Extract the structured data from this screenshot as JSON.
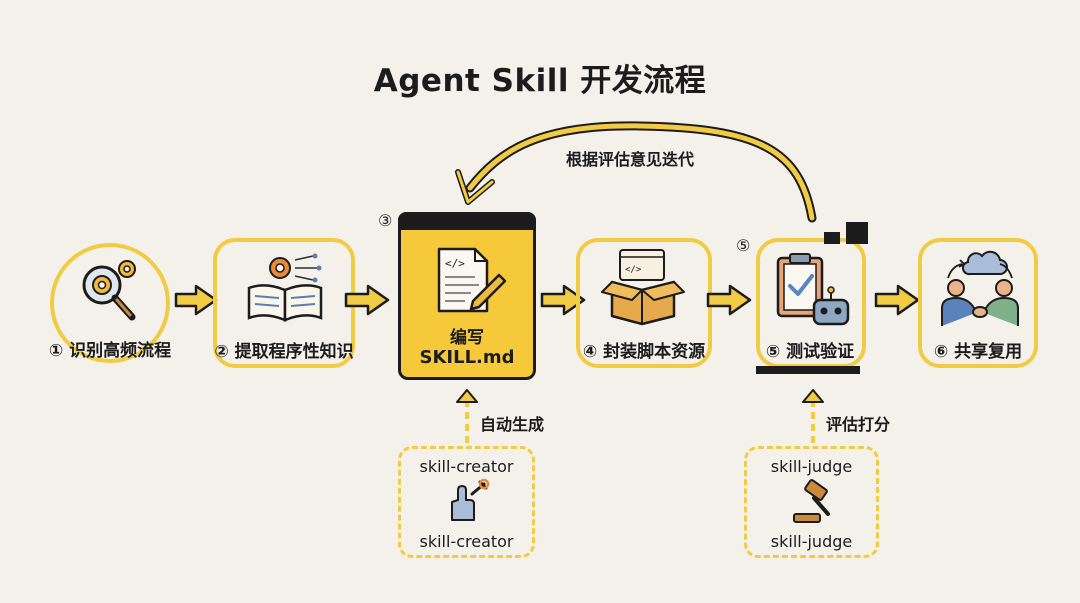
{
  "title": "Agent Skill 开发流程",
  "feedback_label": "根据评估意见迭代",
  "steps": [
    {
      "label": "① 识别高频流程",
      "icon": "magnifier-gears-icon"
    },
    {
      "label": "② 提取程序性知识",
      "icon": "book-gear-icon"
    },
    {
      "number": "③",
      "line1": "编写",
      "line2": "SKILL.md",
      "icon": "code-document-pencil-icon"
    },
    {
      "label": "④ 封装脚本资源",
      "icon": "box-code-icon"
    },
    {
      "number": "⑤",
      "label": "⑤ 测试验证",
      "icon": "clipboard-robot-icon"
    },
    {
      "label": "⑥ 共享复用",
      "icon": "handshake-icon"
    }
  ],
  "tools": [
    {
      "arrow_label": "自动生成",
      "top_label": "skill-creator",
      "bottom_label": "skill-creator",
      "icon": "hand-wrench-icon"
    },
    {
      "arrow_label": "评估打分",
      "top_label": "skill-judge",
      "bottom_label": "skill-judge",
      "icon": "gavel-icon"
    }
  ],
  "colors": {
    "accent": "#f2cb44",
    "highlight": "#f6c93a",
    "background": "#f4f1ea",
    "ink": "#1c1c1c"
  }
}
